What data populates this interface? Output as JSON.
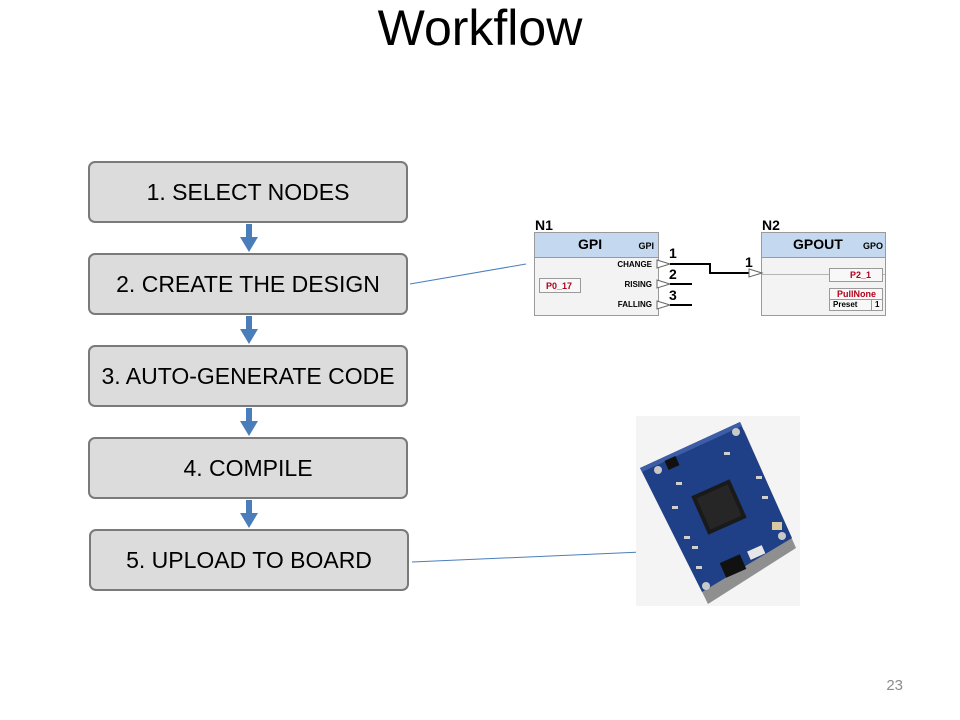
{
  "slide": {
    "title": "Workflow",
    "page_number": "23"
  },
  "steps": [
    {
      "label": "1. SELECT NODES"
    },
    {
      "label": "2. CREATE THE DESIGN"
    },
    {
      "label": "3. AUTO-GENERATE CODE"
    },
    {
      "label": "4. COMPILE"
    },
    {
      "label": "5. UPLOAD TO BOARD"
    }
  ],
  "colors": {
    "step_fill": "#dcdcdc",
    "step_border": "#7a7a7a",
    "arrow": "#4a7ebb",
    "connector": "#4a7ebb",
    "node_header": "#c4d9ef",
    "pin_text": "#b3001b"
  },
  "design": {
    "node1": {
      "id": "N1",
      "title": "GPI",
      "type": "GPI",
      "pins": [
        "CHANGE",
        "RISING",
        "FALLING"
      ],
      "pin_value": "P0_17"
    },
    "node2": {
      "id": "N2",
      "title": "GPOUT",
      "type": "GPO",
      "pin_value": "P2_1",
      "pull": "PullNone",
      "preset_label": "Preset",
      "preset_value": "1"
    },
    "wire_numbers": [
      "1",
      "2",
      "3",
      "1"
    ]
  }
}
